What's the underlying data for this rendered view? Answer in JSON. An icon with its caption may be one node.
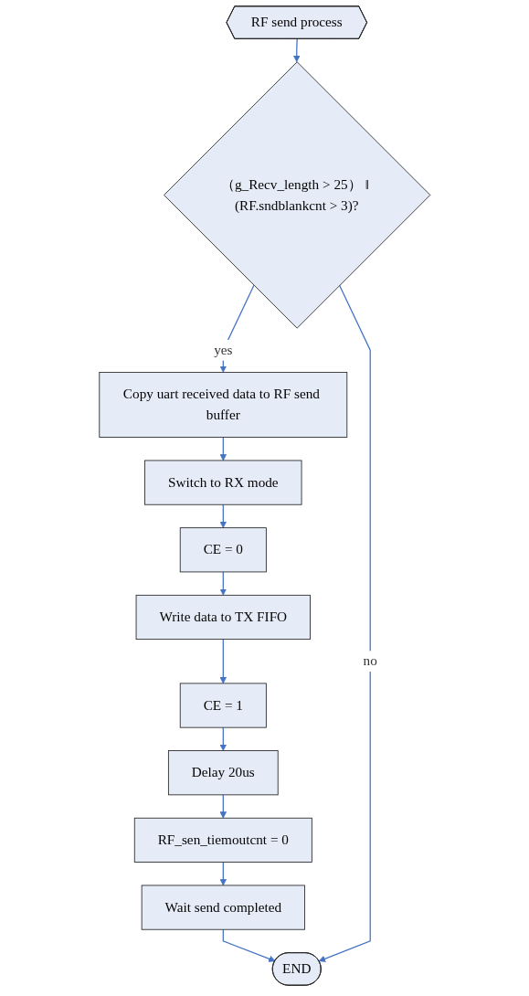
{
  "diagram": {
    "nodes": [
      {
        "text": [
          "RF send process"
        ]
      },
      {
        "text": [
          "（g_Recv_length > 25） ‖ (RF.sndblankcnt > 3)?"
        ]
      },
      {
        "text": [
          "Copy uart received data to RF send buffer"
        ]
      },
      {
        "text": [
          "Switch to RX mode"
        ]
      },
      {
        "text": [
          "CE = 0"
        ]
      },
      {
        "text": [
          "Write data to TX FIFO"
        ]
      },
      {
        "text": [
          "CE = 1"
        ]
      },
      {
        "text": [
          "Delay 20us"
        ]
      },
      {
        "text": [
          "RF_sen_tiemoutcnt = 0"
        ]
      },
      {
        "text": [
          "Wait send completed"
        ]
      },
      {
        "text": [
          "END"
        ]
      }
    ],
    "edges": [
      {
        "from": 0,
        "to": 1,
        "arrow": "to"
      },
      {
        "from": 1,
        "to": 2,
        "arrow": "to",
        "label": "yes"
      },
      {
        "from": 2,
        "to": 3,
        "arrow": "to"
      },
      {
        "from": 3,
        "to": 4,
        "arrow": "to"
      },
      {
        "from": 4,
        "to": 5,
        "arrow": "to"
      },
      {
        "from": 5,
        "to": 6,
        "arrow": "to"
      },
      {
        "from": 6,
        "to": 7,
        "arrow": "to"
      },
      {
        "from": 7,
        "to": 8,
        "arrow": "to"
      },
      {
        "from": 8,
        "to": 9,
        "arrow": "to"
      },
      {
        "from": 9,
        "to": 10,
        "arrow": "to"
      },
      {
        "from": 1,
        "to": 10,
        "arrow": "to",
        "label": "no"
      }
    ]
  }
}
